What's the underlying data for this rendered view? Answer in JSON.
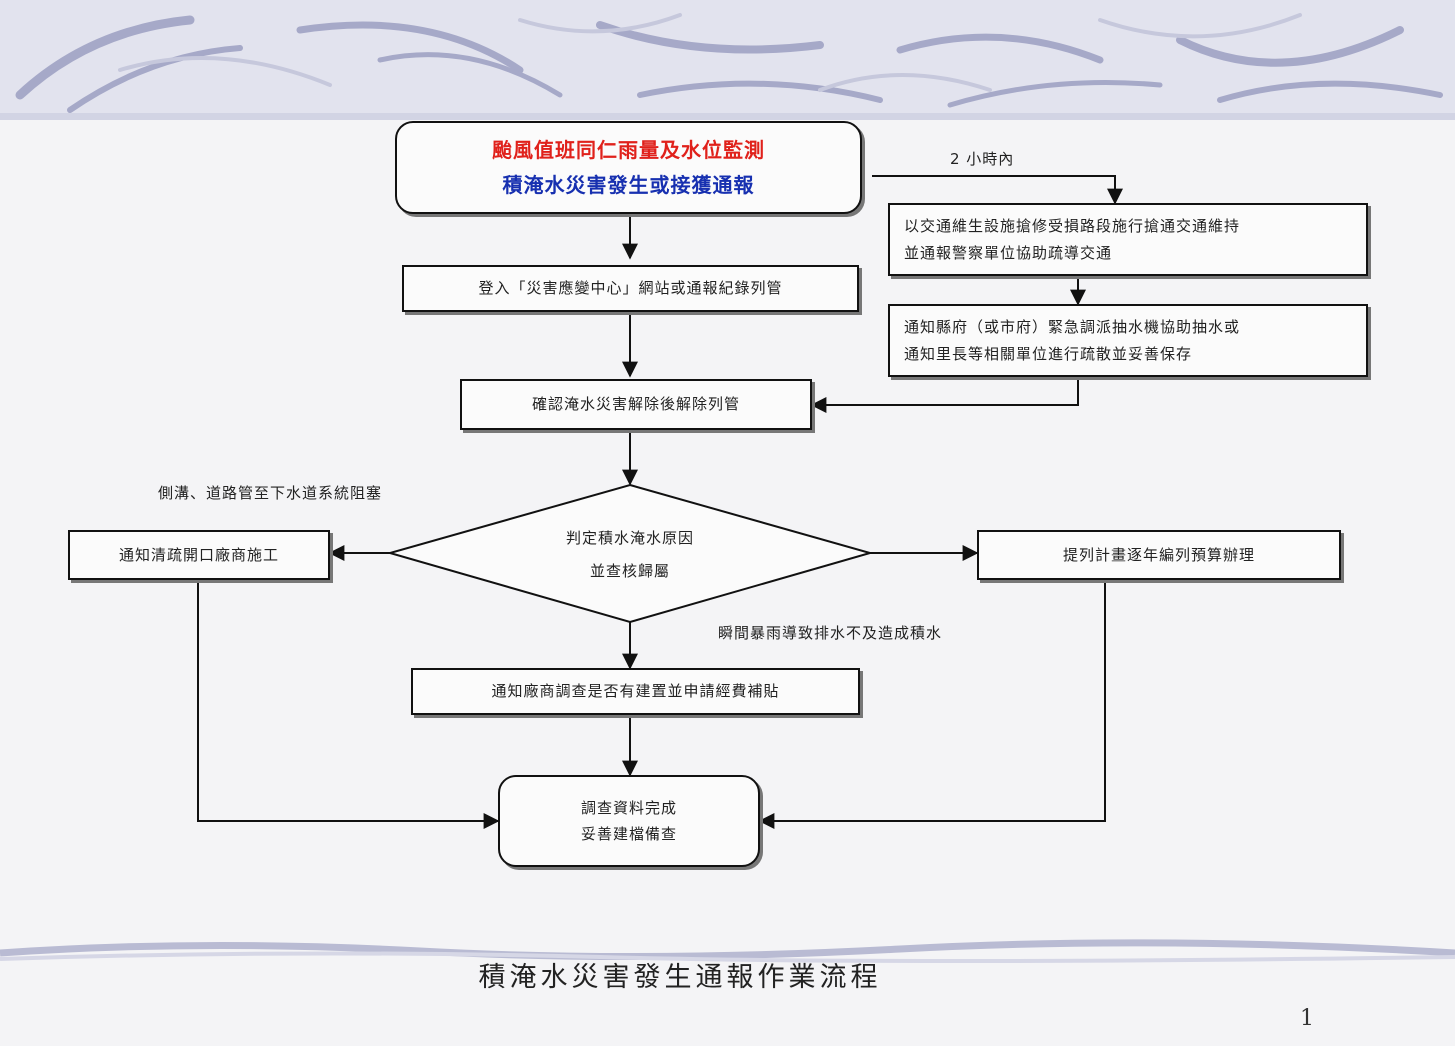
{
  "start_box": {
    "line1": "颱風值班同仁雨量及水位監測",
    "line2": "積淹水災害發生或接獲通報"
  },
  "branch_label": "2 小時內",
  "step_register": "登入「災害應變中心」網站或通報紀錄列管",
  "right_box_1": {
    "line1": "以交通維生設施搶修受損路段施行搶通交通維持",
    "line2": "並通報警察單位協助疏導交通"
  },
  "right_box_2": {
    "line1": "通知縣府（或市府）緊急調派抽水機協助抽水或",
    "line2": "通知里長等相關單位進行疏散並妥善保存"
  },
  "step_track": "確認淹水災害解除後解除列管",
  "decision": {
    "line1": "判定積水淹水原因",
    "line2": "並查核歸屬"
  },
  "label_left": "側溝、道路管至下水道系統阻塞",
  "label_below": "瞬間暴雨導致排水不及造成積水",
  "left_box": "通知清疏開口廠商施工",
  "right_box_3": "提列計畫逐年編列預算辦理",
  "step_notify": "通知廠商調查是否有建置並申請經費補貼",
  "end_box": {
    "line1": "調查資料完成",
    "line2": "妥善建檔備查"
  },
  "caption": "積淹水災害發生通報作業流程",
  "page_number": "1"
}
